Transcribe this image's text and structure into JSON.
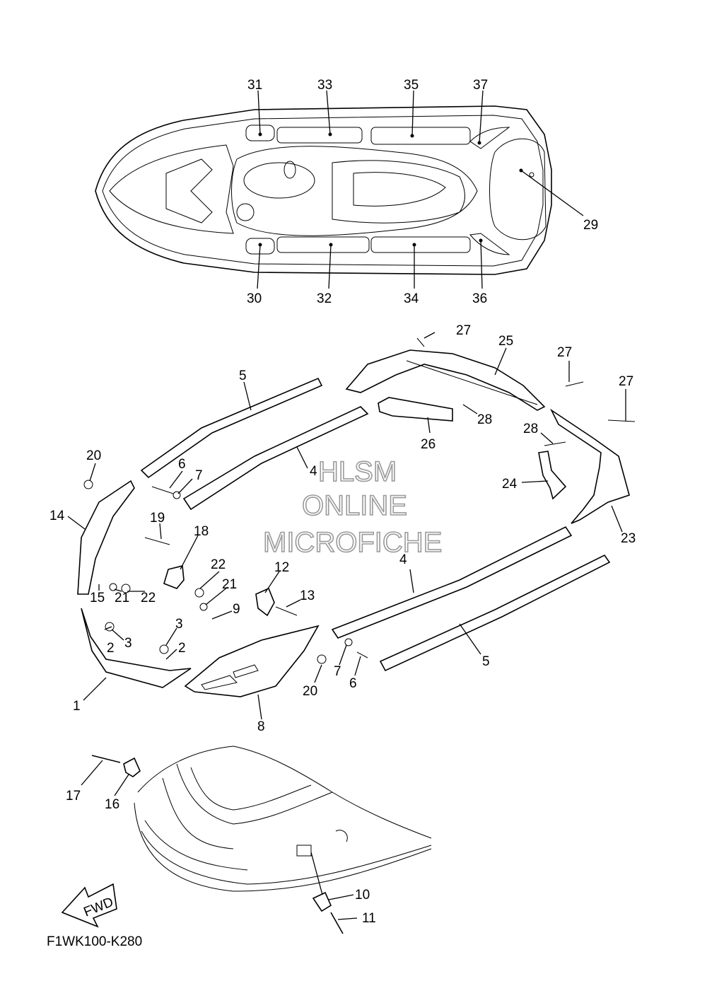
{
  "diagram": {
    "code": "F1WK100-K280",
    "fwd_label": "FWD",
    "watermark": [
      "HLSM",
      "ONLINE",
      "MICROFICHE"
    ],
    "callouts": {
      "c31": "31",
      "c33": "33",
      "c35": "35",
      "c37": "37",
      "c29": "29",
      "c30": "30",
      "c32": "32",
      "c34": "34",
      "c36": "36",
      "c27a": "27",
      "c25": "25",
      "c27b": "27",
      "c27c": "27",
      "c28a": "28",
      "c26": "26",
      "c28b": "28",
      "c24": "24",
      "c23": "23",
      "c5a": "5",
      "c6a": "6",
      "c7a": "7",
      "c4a": "4",
      "c20a": "20",
      "c14": "14",
      "c19": "19",
      "c18": "18",
      "c15": "15",
      "c21a": "21",
      "c22a": "22",
      "c22b": "22",
      "c21b": "21",
      "c12": "12",
      "c13": "13",
      "c9": "9",
      "c3a": "3",
      "c2a": "2",
      "c3b": "3",
      "c2b": "2",
      "c1": "1",
      "c4b": "4",
      "c20b": "20",
      "c7b": "7",
      "c6b": "6",
      "c5b": "5",
      "c8": "8",
      "c17": "17",
      "c16": "16",
      "c10": "10",
      "c11": "11"
    }
  }
}
